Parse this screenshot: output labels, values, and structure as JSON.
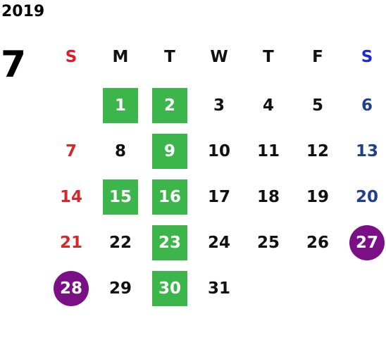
{
  "year": "2019",
  "month": "7",
  "weekdays": [
    "S",
    "M",
    "T",
    "W",
    "T",
    "F",
    "S"
  ],
  "colors": {
    "sunday": "#d62828",
    "saturday": "#1f3f8f",
    "weekday_header_saturday": "#1a2bd6",
    "highlight_green": "#3cb54a",
    "highlight_purple": "#7a0f86"
  },
  "days": [
    {
      "label": "1",
      "col": 1,
      "row": 0,
      "highlight": "green"
    },
    {
      "label": "2",
      "col": 2,
      "row": 0,
      "highlight": "green"
    },
    {
      "label": "3",
      "col": 3,
      "row": 0
    },
    {
      "label": "4",
      "col": 4,
      "row": 0
    },
    {
      "label": "5",
      "col": 5,
      "row": 0
    },
    {
      "label": "6",
      "col": 6,
      "row": 0
    },
    {
      "label": "7",
      "col": 0,
      "row": 1
    },
    {
      "label": "8",
      "col": 1,
      "row": 1
    },
    {
      "label": "9",
      "col": 2,
      "row": 1,
      "highlight": "green"
    },
    {
      "label": "10",
      "col": 3,
      "row": 1
    },
    {
      "label": "11",
      "col": 4,
      "row": 1
    },
    {
      "label": "12",
      "col": 5,
      "row": 1
    },
    {
      "label": "13",
      "col": 6,
      "row": 1
    },
    {
      "label": "14",
      "col": 0,
      "row": 2
    },
    {
      "label": "15",
      "col": 1,
      "row": 2,
      "highlight": "green"
    },
    {
      "label": "16",
      "col": 2,
      "row": 2,
      "highlight": "green"
    },
    {
      "label": "17",
      "col": 3,
      "row": 2
    },
    {
      "label": "18",
      "col": 4,
      "row": 2
    },
    {
      "label": "19",
      "col": 5,
      "row": 2
    },
    {
      "label": "20",
      "col": 6,
      "row": 2
    },
    {
      "label": "21",
      "col": 0,
      "row": 3
    },
    {
      "label": "22",
      "col": 1,
      "row": 3
    },
    {
      "label": "23",
      "col": 2,
      "row": 3,
      "highlight": "green"
    },
    {
      "label": "24",
      "col": 3,
      "row": 3
    },
    {
      "label": "25",
      "col": 4,
      "row": 3
    },
    {
      "label": "26",
      "col": 5,
      "row": 3
    },
    {
      "label": "27",
      "col": 6,
      "row": 3,
      "highlight": "purple"
    },
    {
      "label": "28",
      "col": 0,
      "row": 4,
      "highlight": "purple"
    },
    {
      "label": "29",
      "col": 1,
      "row": 4
    },
    {
      "label": "30",
      "col": 2,
      "row": 4,
      "highlight": "green"
    },
    {
      "label": "31",
      "col": 3,
      "row": 4
    }
  ]
}
